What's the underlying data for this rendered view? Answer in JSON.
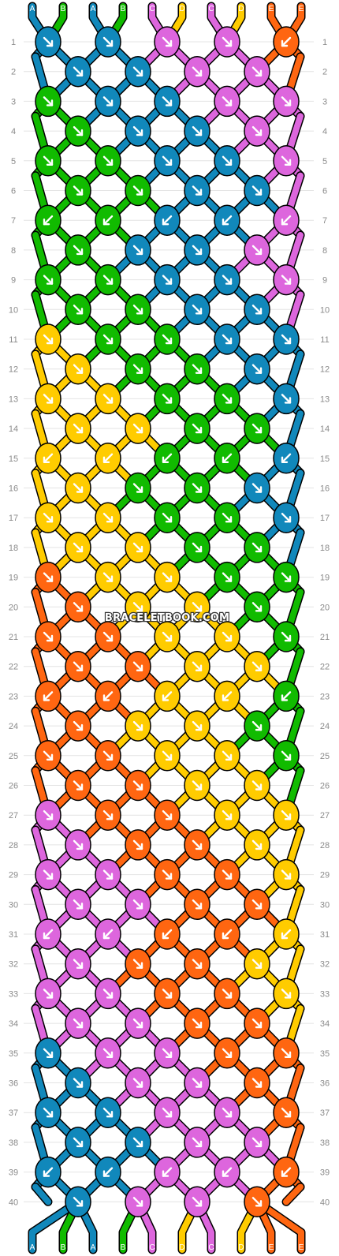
{
  "watermark": "BRACELETBOOK.COM",
  "colors": {
    "A": "#1188bb",
    "B": "#11bb00",
    "C": "#dd66dd",
    "D": "#ffcc00",
    "E": "#ff6611"
  },
  "top_labels": [
    "A",
    "B",
    "A",
    "B",
    "C",
    "D",
    "C",
    "D",
    "E",
    "E"
  ],
  "bottom_labels": [
    "A",
    "B",
    "A",
    "B",
    "C",
    "D",
    "C",
    "D",
    "E",
    "E"
  ],
  "row_labels": [
    "1",
    "2",
    "3",
    "4",
    "5",
    "6",
    "7",
    "8",
    "9",
    "10",
    "11",
    "12",
    "13",
    "14",
    "15",
    "16",
    "17",
    "18",
    "19",
    "20",
    "21",
    "22",
    "23",
    "24",
    "25",
    "26",
    "27",
    "28",
    "29",
    "30",
    "31",
    "32",
    "33",
    "34",
    "35",
    "36",
    "37",
    "38",
    "39",
    "40"
  ],
  "knot_rows": [
    {
      "colors": [
        "A",
        "A",
        "C",
        "C",
        "E"
      ],
      "dirs": [
        "R",
        "R",
        "R",
        "R",
        "L"
      ]
    },
    {
      "colors": [
        "A",
        "A",
        "C",
        "C"
      ],
      "dirs": [
        "R",
        "R",
        "R",
        "R"
      ]
    },
    {
      "colors": [
        "B",
        "A",
        "A",
        "C",
        "C"
      ],
      "dirs": [
        "R",
        "R",
        "R",
        "R",
        "R"
      ]
    },
    {
      "colors": [
        "B",
        "A",
        "A",
        "C"
      ],
      "dirs": [
        "R",
        "R",
        "R",
        "R"
      ]
    },
    {
      "colors": [
        "B",
        "B",
        "A",
        "A",
        "C"
      ],
      "dirs": [
        "R",
        "R",
        "R",
        "R",
        "R"
      ]
    },
    {
      "colors": [
        "B",
        "B",
        "A",
        "A"
      ],
      "dirs": [
        "R",
        "R",
        "R",
        "R"
      ]
    },
    {
      "colors": [
        "B",
        "B",
        "A",
        "A",
        "C"
      ],
      "dirs": [
        "L",
        "L",
        "L",
        "L",
        "L"
      ]
    },
    {
      "colors": [
        "B",
        "A",
        "A",
        "C"
      ],
      "dirs": [
        "R",
        "R",
        "R",
        "R"
      ]
    },
    {
      "colors": [
        "B",
        "B",
        "A",
        "A",
        "C"
      ],
      "dirs": [
        "R",
        "R",
        "R",
        "R",
        "R"
      ]
    },
    {
      "colors": [
        "B",
        "B",
        "A",
        "A"
      ],
      "dirs": [
        "R",
        "R",
        "R",
        "R"
      ]
    },
    {
      "colors": [
        "D",
        "B",
        "B",
        "A",
        "A"
      ],
      "dirs": [
        "R",
        "R",
        "R",
        "R",
        "R"
      ]
    },
    {
      "colors": [
        "D",
        "B",
        "B",
        "A"
      ],
      "dirs": [
        "R",
        "R",
        "R",
        "R"
      ]
    },
    {
      "colors": [
        "D",
        "D",
        "B",
        "B",
        "A"
      ],
      "dirs": [
        "R",
        "R",
        "R",
        "R",
        "R"
      ]
    },
    {
      "colors": [
        "D",
        "D",
        "B",
        "B"
      ],
      "dirs": [
        "R",
        "R",
        "R",
        "R"
      ]
    },
    {
      "colors": [
        "D",
        "D",
        "B",
        "B",
        "A"
      ],
      "dirs": [
        "L",
        "L",
        "L",
        "L",
        "L"
      ]
    },
    {
      "colors": [
        "D",
        "B",
        "B",
        "A"
      ],
      "dirs": [
        "R",
        "R",
        "R",
        "R"
      ]
    },
    {
      "colors": [
        "D",
        "D",
        "B",
        "B",
        "A"
      ],
      "dirs": [
        "R",
        "R",
        "R",
        "R",
        "R"
      ]
    },
    {
      "colors": [
        "D",
        "D",
        "B",
        "B"
      ],
      "dirs": [
        "R",
        "R",
        "R",
        "R"
      ]
    },
    {
      "colors": [
        "E",
        "D",
        "D",
        "B",
        "B"
      ],
      "dirs": [
        "R",
        "R",
        "R",
        "R",
        "R"
      ]
    },
    {
      "colors": [
        "E",
        "D",
        "D",
        "B"
      ],
      "dirs": [
        "R",
        "R",
        "R",
        "R"
      ]
    },
    {
      "colors": [
        "E",
        "E",
        "D",
        "D",
        "B"
      ],
      "dirs": [
        "R",
        "R",
        "R",
        "R",
        "R"
      ]
    },
    {
      "colors": [
        "E",
        "E",
        "D",
        "D"
      ],
      "dirs": [
        "R",
        "R",
        "R",
        "R"
      ]
    },
    {
      "colors": [
        "E",
        "E",
        "D",
        "D",
        "B"
      ],
      "dirs": [
        "L",
        "L",
        "L",
        "L",
        "L"
      ]
    },
    {
      "colors": [
        "E",
        "D",
        "D",
        "B"
      ],
      "dirs": [
        "R",
        "R",
        "R",
        "R"
      ]
    },
    {
      "colors": [
        "E",
        "E",
        "D",
        "D",
        "B"
      ],
      "dirs": [
        "R",
        "R",
        "R",
        "R",
        "R"
      ]
    },
    {
      "colors": [
        "E",
        "E",
        "D",
        "D"
      ],
      "dirs": [
        "R",
        "R",
        "R",
        "R"
      ]
    },
    {
      "colors": [
        "C",
        "E",
        "E",
        "D",
        "D"
      ],
      "dirs": [
        "R",
        "R",
        "R",
        "R",
        "R"
      ]
    },
    {
      "colors": [
        "C",
        "E",
        "E",
        "D"
      ],
      "dirs": [
        "R",
        "R",
        "R",
        "R"
      ]
    },
    {
      "colors": [
        "C",
        "C",
        "E",
        "E",
        "D"
      ],
      "dirs": [
        "R",
        "R",
        "R",
        "R",
        "R"
      ]
    },
    {
      "colors": [
        "C",
        "C",
        "E",
        "E"
      ],
      "dirs": [
        "R",
        "R",
        "R",
        "R"
      ]
    },
    {
      "colors": [
        "C",
        "C",
        "E",
        "E",
        "D"
      ],
      "dirs": [
        "L",
        "L",
        "L",
        "L",
        "L"
      ]
    },
    {
      "colors": [
        "C",
        "E",
        "E",
        "D"
      ],
      "dirs": [
        "R",
        "R",
        "R",
        "R"
      ]
    },
    {
      "colors": [
        "C",
        "C",
        "E",
        "E",
        "D"
      ],
      "dirs": [
        "R",
        "R",
        "R",
        "R",
        "R"
      ]
    },
    {
      "colors": [
        "C",
        "C",
        "E",
        "E"
      ],
      "dirs": [
        "R",
        "R",
        "R",
        "R"
      ]
    },
    {
      "colors": [
        "A",
        "C",
        "C",
        "E",
        "E"
      ],
      "dirs": [
        "R",
        "R",
        "R",
        "R",
        "R"
      ]
    },
    {
      "colors": [
        "A",
        "C",
        "C",
        "E"
      ],
      "dirs": [
        "R",
        "R",
        "R",
        "R"
      ]
    },
    {
      "colors": [
        "A",
        "A",
        "C",
        "C",
        "E"
      ],
      "dirs": [
        "R",
        "R",
        "R",
        "R",
        "R"
      ]
    },
    {
      "colors": [
        "A",
        "A",
        "C",
        "C"
      ],
      "dirs": [
        "R",
        "R",
        "R",
        "R"
      ]
    },
    {
      "colors": [
        "A",
        "A",
        "C",
        "C",
        "E"
      ],
      "dirs": [
        "L",
        "L",
        "L",
        "L",
        "L"
      ]
    },
    {
      "colors": [
        "A",
        "C",
        "C",
        "E"
      ],
      "dirs": [
        "R",
        "R",
        "R",
        "R"
      ]
    }
  ]
}
